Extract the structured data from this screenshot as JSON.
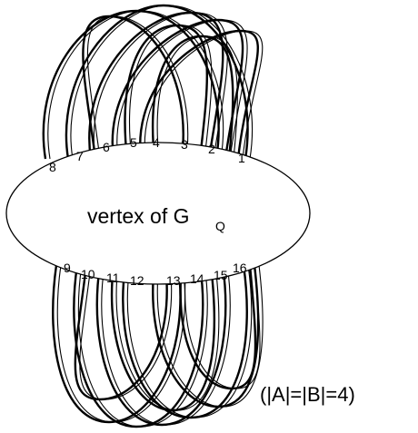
{
  "figure": {
    "vertex_label": "vertex of G",
    "vertex_subscript": "Q",
    "condition": "(|A|=|B|=4)",
    "top_ports": [
      "8",
      "7",
      "6",
      "5",
      "4",
      "3",
      "2",
      "1"
    ],
    "bottom_ports": [
      "9",
      "10",
      "11",
      "12",
      "13",
      "14",
      "15",
      "16"
    ],
    "colors": {
      "stroke": "#000000",
      "background": "#ffffff"
    }
  }
}
